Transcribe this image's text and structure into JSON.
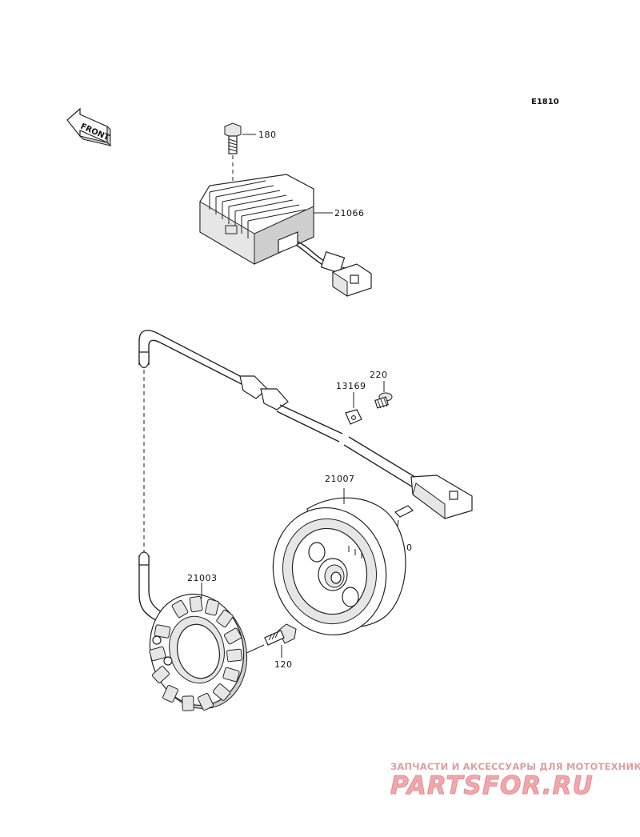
{
  "diagram": {
    "code": "E1810",
    "front_label": "FRONT",
    "parts": [
      {
        "number": "180"
      },
      {
        "number": "21066"
      },
      {
        "number": "220"
      },
      {
        "number": "13169"
      },
      {
        "number": "21007"
      },
      {
        "number": "510"
      },
      {
        "number": "21003"
      },
      {
        "number": "120"
      }
    ]
  },
  "watermark": {
    "tagline": "ЗАПЧАСТИ И АКСЕССУАРЫ ДЛЯ МОТОТЕХНИКИ",
    "brand": "PARTSFOR.RU"
  }
}
